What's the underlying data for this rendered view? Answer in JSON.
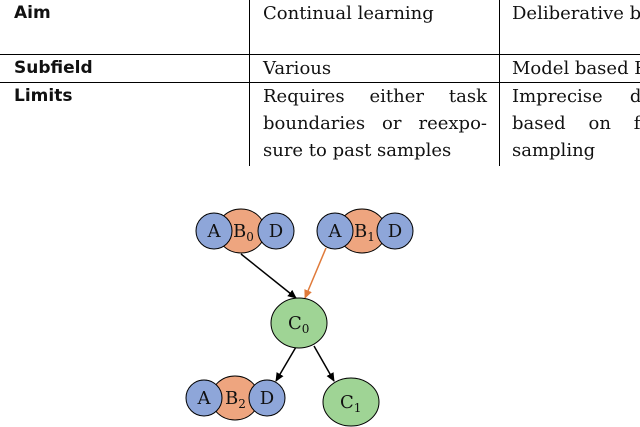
{
  "table": {
    "rows": [
      {
        "header": "Aim",
        "col1": [
          "Continual learning"
        ],
        "col2": [
          "Deliberative b"
        ]
      },
      {
        "header": "Subfield",
        "col1": [
          "Various"
        ],
        "col2": [
          "Model based R"
        ]
      },
      {
        "header": "Limits",
        "col1": [
          "Requires either task",
          "boundaries or reexpo-",
          "sure to past samples"
        ],
        "col2": [
          "Imprecise de",
          "based on fu",
          "sampling"
        ]
      }
    ]
  },
  "diagram": {
    "colors": {
      "blue": "#8ea6d9",
      "orange": "#eea57f",
      "green": "#9fd495",
      "black_arrow": "#000000",
      "orange_arrow": "#e07a3a"
    },
    "groups": [
      {
        "id": "g1",
        "left": "A",
        "mid": "B",
        "mid_sub": "0",
        "right": "D"
      },
      {
        "id": "g2",
        "left": "A",
        "mid": "B",
        "mid_sub": "1",
        "right": "D"
      },
      {
        "id": "g3",
        "left": "A",
        "mid": "B",
        "mid_sub": "2",
        "right": "D"
      }
    ],
    "nodes": [
      {
        "id": "c0",
        "label": "C",
        "sub": "0"
      },
      {
        "id": "c1",
        "label": "C",
        "sub": "1"
      }
    ]
  }
}
